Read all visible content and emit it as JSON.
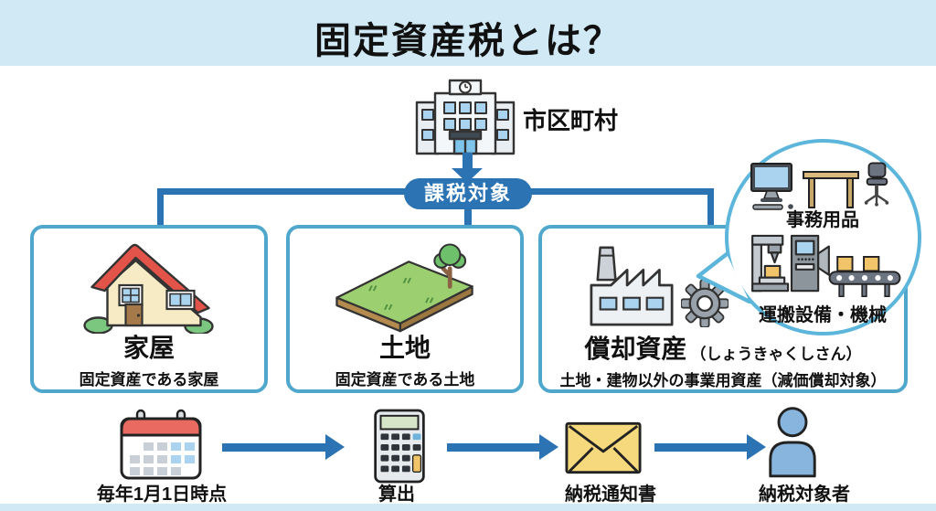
{
  "title": "固定資産税とは？",
  "municipality_label": "市区町村",
  "tax_target_label": "課税対象",
  "boxes": {
    "house": {
      "title": "家屋",
      "subtitle": "固定資産である家屋"
    },
    "land": {
      "title": "土地",
      "subtitle": "固定資産である土地"
    },
    "depreciable": {
      "title": "償却資産",
      "reading": "（しょうきゃくしさん）",
      "subtitle": "土地・建物以外の事業用資産（減価償却対象）"
    }
  },
  "bubble": {
    "office_label": "事務用品",
    "machinery_label": "運搬設備・機械"
  },
  "process_steps": [
    {
      "icon": "calendar-icon",
      "label": "毎年1月1日時点"
    },
    {
      "icon": "calculator-icon",
      "label": "算出"
    },
    {
      "icon": "envelope-icon",
      "label": "納税通知書"
    },
    {
      "icon": "person-icon",
      "label": "納税対象者"
    }
  ],
  "colors": {
    "accent_blue": "#2b73b2",
    "box_border_blue": "#4fa7cb",
    "bubble_border_blue": "#5cb5da",
    "header_band_blue": "#d0e9f5"
  }
}
